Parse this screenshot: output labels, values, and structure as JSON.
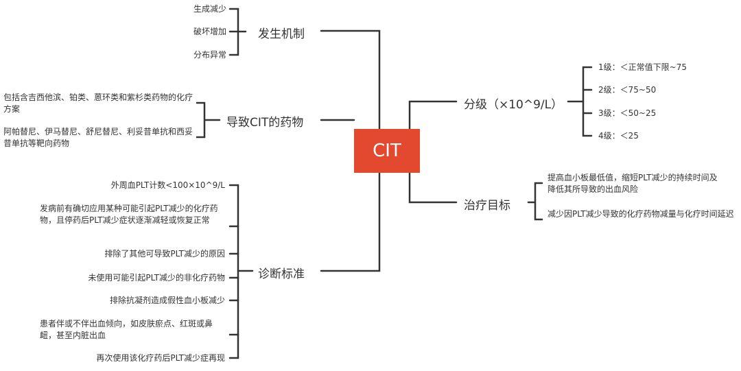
{
  "center": "CIT",
  "colors": {
    "center_bg": "#e2492f",
    "line": "#333333",
    "text": "#333333"
  },
  "branches": {
    "mechanism": {
      "label": "发生机制",
      "items": [
        "生成减少",
        "破坏增加",
        "分布异常"
      ]
    },
    "drugs": {
      "label": "导致CIT的药物",
      "items": [
        "包括含吉西他滨、铂类、蒽环类和紫杉类药物的化疗方案",
        "阿帕替尼、伊马替尼、舒尼替尼、利妥昔单抗和西妥昔单抗等靶向药物"
      ]
    },
    "diagnosis": {
      "label": "诊断标准",
      "items": [
        "外周血PLT计数<100×10^9/L",
        "发病前有确切应用某种可能引起PLT减少的化疗药物，且停药后PLT减少症状逐渐减轻或恢复正常",
        "排除了其他可导致PLT减少的原因",
        "未使用可能引起PLT减少的非化疗药物",
        "排除抗凝剂造成假性血小板减少",
        "患者伴或不伴出血倾向，如皮肤瘀点、红斑或鼻衄，甚至内脏出血",
        "再次使用该化疗药后PLT减少症再现"
      ]
    },
    "grading": {
      "label": "分级（×10^9/L）",
      "items": [
        "1级：＜正常值下限~75",
        "2级：＜75~50",
        "3级：＜50~25",
        "4级：＜25"
      ]
    },
    "goal": {
      "label": "治疗目标",
      "items": [
        "提高血小板最低值，缩短PLT减少的持续时间及降低其所导致的出血风险",
        "减少因PLT减少导致的化疗药物减量与化疗时间延迟"
      ]
    }
  }
}
